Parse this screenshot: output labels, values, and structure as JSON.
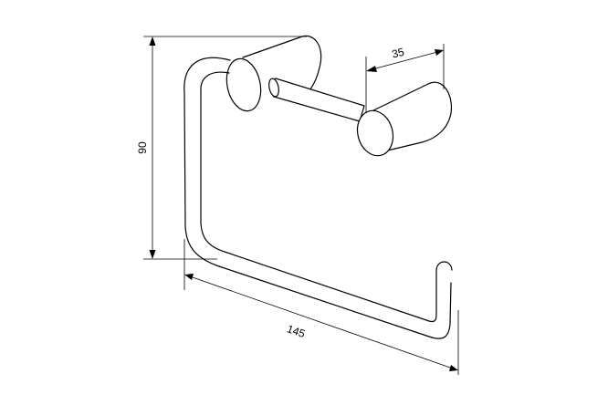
{
  "dimensions": {
    "height": "90",
    "holder_depth": "35",
    "width": "145"
  },
  "colors": {
    "background": "#ffffff",
    "ink": "#000000"
  }
}
